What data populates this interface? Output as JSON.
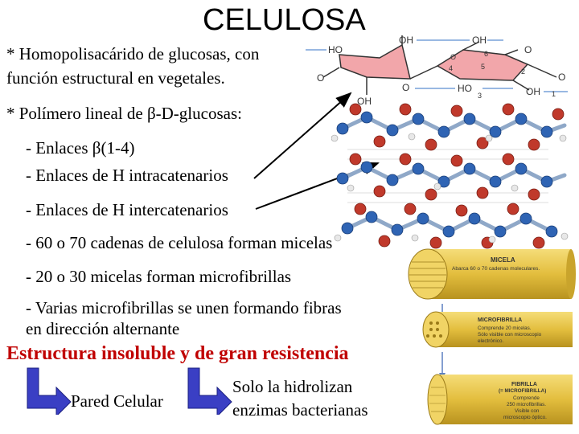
{
  "slide": {
    "title": "CELULOSA",
    "bullets": {
      "b1_line1": "* Homopolisacárido de glucosas, con",
      "b1_line2": "función estructural en vegetales.",
      "b2": "* Polímero lineal de β-D-glucosas:"
    },
    "sub_items": {
      "s1": "- Enlaces β(1-4)",
      "s2": "- Enlaces de H intracatenarios",
      "s3": "- Enlaces de H intercatenarios",
      "s4": "- 60 o 70 cadenas de celulosa forman micelas",
      "s5": "- 20 o 30 micelas forman microfibrillas",
      "s6_line1": "- Varias microfibrillas se unen formando fibras",
      "s6_line2": "en dirección alternante"
    },
    "conclusion": "Estructura insoluble y de gran resistencia",
    "consequences": {
      "c1": "Pared Celular",
      "c2_line1": "Solo la hidrolizan",
      "c2_line2": "enzimas bacterianas"
    },
    "colors": {
      "conclusion_red": "#c00000",
      "arrow_blue": "#3a3fc4",
      "fiber_yellow": "#e8c64a",
      "ring_pink": "#f2a6aa"
    }
  },
  "ring_diagram": {
    "labels": {
      "oh_top_left": "OH",
      "oh_top_right": "OH",
      "ho_left": "HO",
      "o_right": "O",
      "o_left_outer": "O",
      "o_bottom_mid": "O",
      "ho_bottom": "HO",
      "oh_bottom_left": "OH",
      "oh_bottom_right": "OH",
      "o_ring": "O",
      "o_far_right": "O",
      "n6": "6",
      "n5": "5",
      "n4": "4",
      "n3": "3",
      "n2": "2",
      "n1": "1"
    }
  },
  "fiber_diagram": {
    "micela_title": "MICELA",
    "micela_desc": "Abarca 60 o 70 cadenas moleculares.",
    "microfibrilla_title": "MICROFIBRILLA",
    "microfibrilla_desc_1": "Comprende 20 micelas.",
    "microfibrilla_desc_2": "Sólo visible con microscopio",
    "microfibrilla_desc_3": "electrónico.",
    "fibrilla_title_1": "FIBRILLA",
    "fibrilla_title_2": "(= MICROFIBRILLA)",
    "fibrilla_desc_1": "Comprende",
    "fibrilla_desc_2": "250 microfibrillas.",
    "fibrilla_desc_3": "Visible con",
    "fibrilla_desc_4": "microscopio óptico."
  }
}
